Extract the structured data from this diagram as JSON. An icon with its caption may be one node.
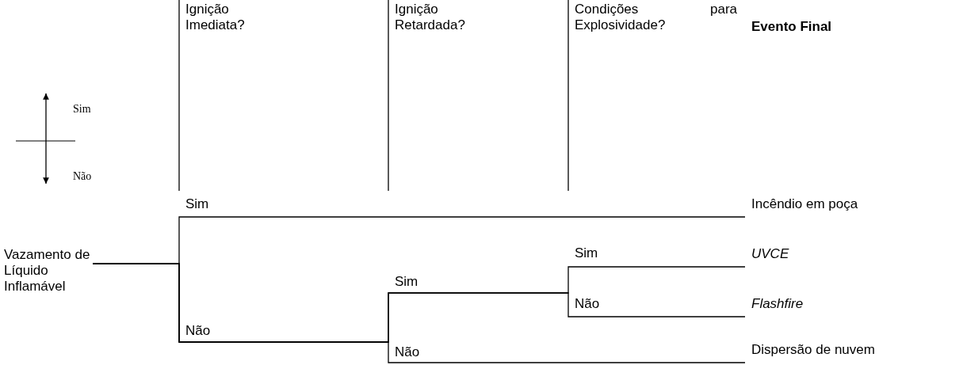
{
  "diagram": {
    "nodes": [
      {
        "text": [
          "Vazamento de Líquido Inflamável"
        ]
      },
      {
        "text": [
          "Incêndio em poça"
        ]
      },
      {
        "text": [
          "UVCE"
        ]
      },
      {
        "text": [
          "Flashfire"
        ]
      },
      {
        "text": [
          "Dispersão de nuvem"
        ]
      }
    ],
    "edges": [
      {
        "from": 0,
        "to": 1,
        "arrow": "none"
      },
      {
        "from": 0,
        "to": 2,
        "arrow": "none"
      },
      {
        "from": 0,
        "to": 3,
        "arrow": "none"
      },
      {
        "from": 0,
        "to": 4,
        "arrow": "none"
      }
    ],
    "labels": [
      "Ignição Imediata?",
      "Ignição Retardada?",
      "Condições para Explosividade?",
      "Evento Final",
      "Sim",
      "Sim",
      "Sim",
      "Não",
      "Não",
      "Não"
    ],
    "legend": [
      {
        "text": "Sim"
      },
      {
        "text": "Não"
      }
    ]
  }
}
